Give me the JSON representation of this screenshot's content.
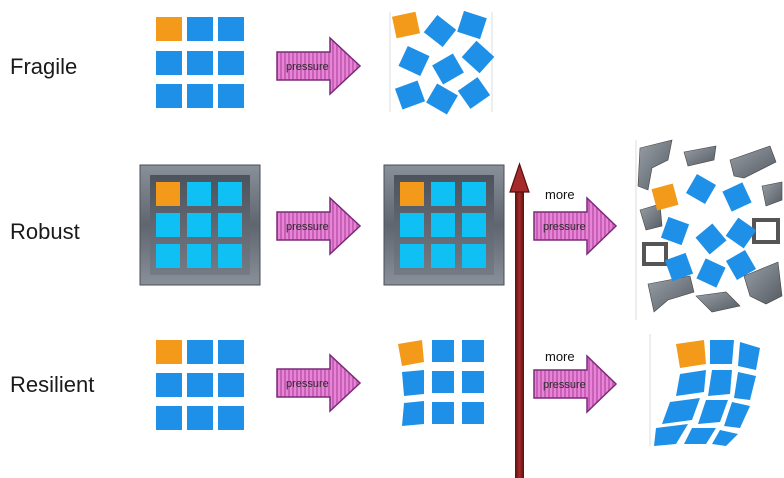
{
  "rows": [
    {
      "label": "Fragile"
    },
    {
      "label": "Robust"
    },
    {
      "label": "Resilient"
    }
  ],
  "arrows": {
    "pressure_label": "pressure",
    "more_label": "more",
    "more_pressure_label": "pressure"
  },
  "colors": {
    "blue_tile": "#1e90e8",
    "cyan_tile": "#0fc0f4",
    "orange_tile": "#f39a1a",
    "frame_gray": "#6e7580",
    "arrow_fill": "#e37ad2",
    "arrow_stroke": "#7a2a7a",
    "vertical_arrow": "#8b1a1a"
  }
}
